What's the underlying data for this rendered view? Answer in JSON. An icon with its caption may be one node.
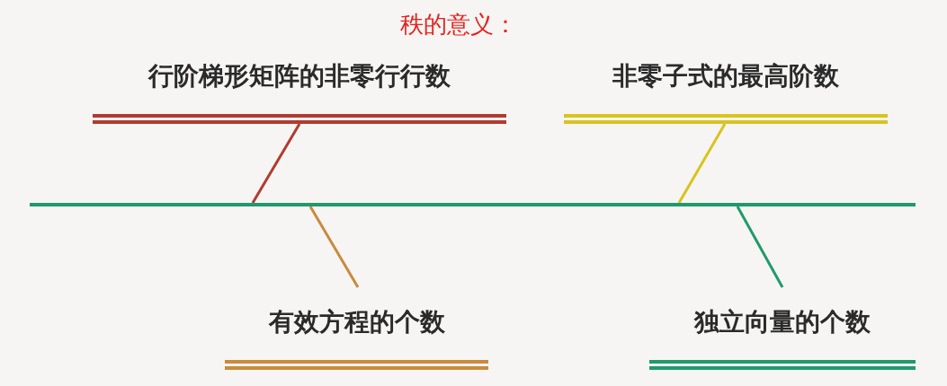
{
  "diagram": {
    "title": "秩的意义：",
    "nodes": [
      {
        "text": [
          "行阶梯形矩阵的非零行行数"
        ]
      },
      {
        "text": [
          "非零子式的最高阶数"
        ]
      },
      {
        "text": [
          "有效方程的个数"
        ]
      },
      {
        "text": [
          "独立向量的个数"
        ]
      },
      {
        "text": [],
        "shape": "bar"
      }
    ],
    "edges": [
      {
        "from": 0,
        "to": 4,
        "arrow": "none",
        "color": "#b23a30"
      },
      {
        "from": 1,
        "to": 4,
        "arrow": "none",
        "color": "#d8c41e"
      },
      {
        "from": 2,
        "to": 4,
        "arrow": "none",
        "color": "#c98a3e"
      },
      {
        "from": 3,
        "to": 4,
        "arrow": "none",
        "color": "#1f9a6c"
      }
    ]
  }
}
